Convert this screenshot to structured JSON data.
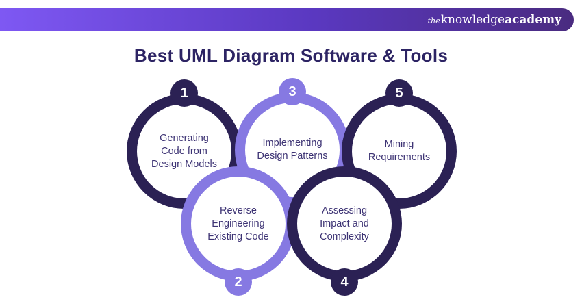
{
  "header": {
    "logo_the": "the",
    "logo_knowledge": "knowledge",
    "logo_academy": "academy"
  },
  "title": "Best UML Diagram Software & Tools",
  "colors": {
    "dark_ring": "#2B2154",
    "light_ring": "#8679E2",
    "header_gradient_start": "#7E58F3",
    "header_gradient_end": "#4A2B80",
    "label_text": "#3D3374",
    "title_text": "#2D2464"
  },
  "steps": [
    {
      "number": "1",
      "variant": "dark",
      "badge_position": "top",
      "label": "Generating Code from Design Models",
      "lines": [
        "Generating",
        "Code from",
        "Design Models"
      ]
    },
    {
      "number": "2",
      "variant": "light",
      "badge_position": "bottom",
      "label": "Reverse Engineering Existing Code",
      "lines": [
        "Reverse",
        "Engineering",
        "Existing Code"
      ]
    },
    {
      "number": "3",
      "variant": "light",
      "badge_position": "top",
      "label": "Implementing Design Patterns",
      "lines": [
        "Implementing",
        "Design Patterns"
      ]
    },
    {
      "number": "4",
      "variant": "dark",
      "badge_position": "bottom",
      "label": "Assessing Impact and Complexity",
      "lines": [
        "Assessing",
        "Impact and",
        "Complexity"
      ]
    },
    {
      "number": "5",
      "variant": "dark",
      "badge_position": "top",
      "label": "Mining Requirements",
      "lines": [
        "Mining",
        "Requirements"
      ]
    }
  ]
}
